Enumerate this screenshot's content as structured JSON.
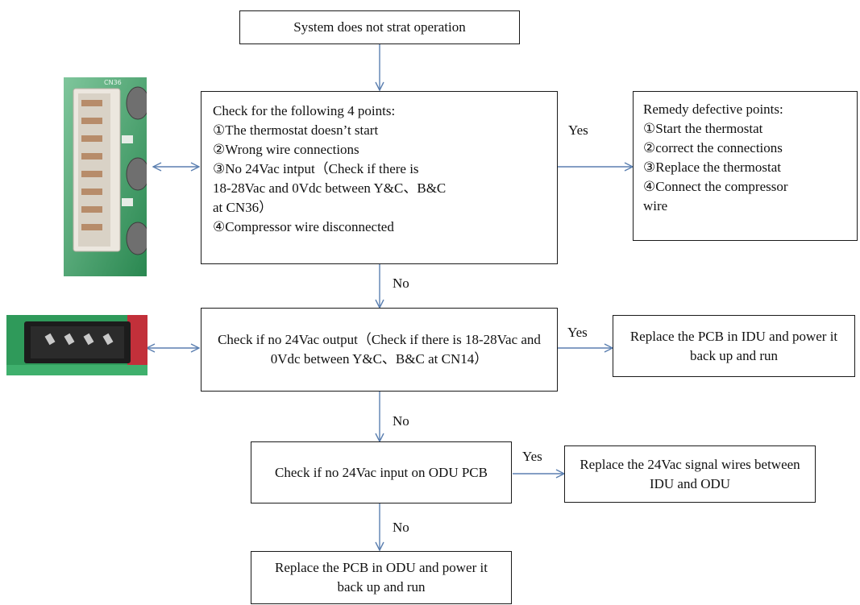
{
  "nodes": {
    "start": "System does not strat operation",
    "check4": {
      "lines": [
        "Check for the following 4 points:",
        "①The thermostat doesn’t start",
        "②Wrong wire connections",
        "③No 24Vac intput（Check if there is",
        "18-28Vac and 0Vdc between Y&C、B&C",
        "at CN36）",
        "④Compressor wire disconnected"
      ]
    },
    "remedy": {
      "lines": [
        "Remedy defective points:",
        "①Start the thermostat",
        "②correct the connections",
        "③Replace the thermostat",
        "④Connect the compressor",
        "wire"
      ]
    },
    "check_output": "Check if no 24Vac output（Check if there is 18-28Vac and 0Vdc between Y&C、B&C at CN14）",
    "replace_idu": "Replace the PCB in IDU and power it back up and run",
    "check_input": "Check if no 24Vac input on ODU PCB",
    "replace_wires": "Replace the 24Vac signal wires between IDU and ODU",
    "replace_odu": "Replace the PCB in ODU and power it back up and run"
  },
  "edge_labels": {
    "yes": "Yes",
    "no": "No"
  },
  "images": {
    "connector_cn36": "cn36-connector-photo",
    "connector_cn14": "cn14-connector-photo"
  },
  "colors": {
    "arrow": "#5b7fb0",
    "box_border": "#1a1a1a",
    "pcb_green": "#2f9a5a"
  }
}
